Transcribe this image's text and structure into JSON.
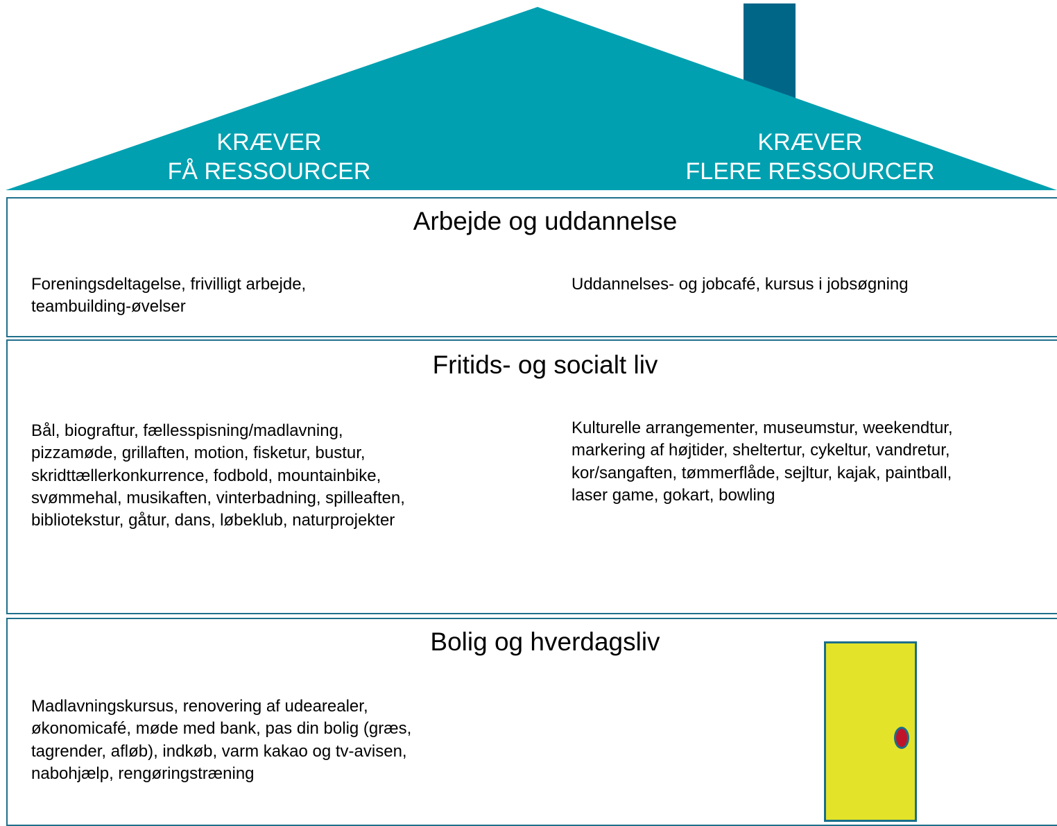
{
  "colors": {
    "roof": "#00A0B0",
    "chimney": "#006688",
    "floor_border": "#1f6f8b",
    "door": "#e3e32a",
    "door_knob": "#c0142a"
  },
  "roof": {
    "left_label": "KRÆVER\nFÅ RESSOURCER",
    "right_label": "KRÆVER\nFLERE RESSOURCER"
  },
  "floors": [
    {
      "title": "Arbejde og uddannelse",
      "left": "Foreningsdeltagelse, frivilligt arbejde,\nteambuilding-øvelser",
      "right": "Uddannelses- og jobcafé, kursus i jobsøgning"
    },
    {
      "title": "Fritids- og socialt liv",
      "left": "Bål, biograftur, fællesspisning/madlavning,\npizzamøde, grillaften, motion, fisketur, bustur,\nskridttællerkonkurrence, fodbold, mountainbike,\nsvømmehal, musikaften, vinterbadning, spilleaften,\nbibliotekstur, gåtur, dans, løbeklub, naturprojekter",
      "right": "Kulturelle arrangementer, museumstur, weekendtur,\nmarkering af højtider, sheltertur, cykeltur, vandretur,\nkor/sangaften, tømmerflåde, sejltur, kajak, paintball,\nlaser game, gokart, bowling"
    },
    {
      "title": "Bolig og hverdagsliv",
      "left": "Madlavningskursus, renovering af udearealer,\nøkonomicafé, møde med bank, pas din bolig (græs,\ntagrender, afløb), indkøb, varm kakao og tv-avisen,\nnabohjælp, rengøringstræning",
      "right": ""
    }
  ]
}
